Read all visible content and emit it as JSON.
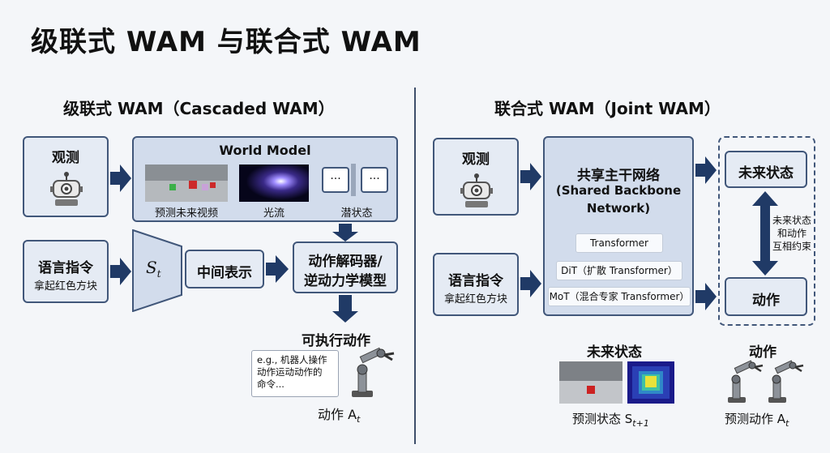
{
  "page_title": "级联式 WAM 与联合式 WAM",
  "cascaded": {
    "heading": "级联式 WAM（Cascaded WAM）",
    "observation": "观测",
    "world_model": "World Model",
    "wm_items": [
      "预测未来视频",
      "光流",
      "潜状态"
    ],
    "language": "语言指令",
    "language_sub": "拿起红色方块",
    "state_symbol": "S",
    "state_sub": "t",
    "intermediate": "中间表示",
    "decoder_line1": "动作解码器/",
    "decoder_line2": "逆动力学模型",
    "executable": "可执行动作",
    "example_line1": "e.g., 机器人操作",
    "example_line2": "动作运动动作的",
    "example_line3": "命令...",
    "action_label": "动作 A",
    "action_sub": "t"
  },
  "joint": {
    "heading": "联合式 WAM（Joint WAM）",
    "observation": "观测",
    "language": "语言指令",
    "language_sub": "拿起红色方块",
    "backbone_line1": "共享主干网络",
    "backbone_line2": "(Shared Backbone",
    "backbone_line3": "Network)",
    "chips": [
      "Transformer",
      "DiT（扩散 Transformer）",
      "MoT（混合专家 Transformer）"
    ],
    "future_state": "未来状态",
    "action": "动作",
    "constraint_line1": "未来状态",
    "constraint_line2": "和动作",
    "constraint_line3": "互相约束",
    "bottom_future": "未来状态",
    "bottom_future_caption": "预测状态 S",
    "bottom_future_sub": "t+1",
    "bottom_action": "动作",
    "bottom_action_caption": "预测动作 A",
    "bottom_action_sub": "t"
  },
  "colors": {
    "arrow": "#203a66",
    "box_border": "#41577a",
    "box_fill": "#e5ebf4"
  }
}
